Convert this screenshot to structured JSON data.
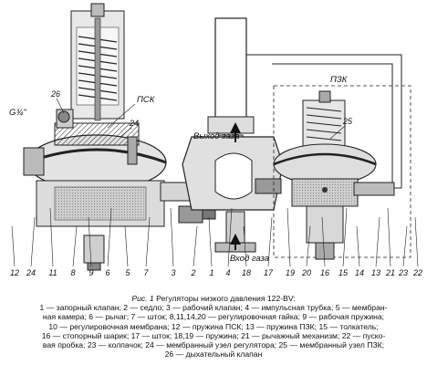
{
  "diagram": {
    "labels": {
      "g34": "G¾\"",
      "psk": "ПСК",
      "pzk": "ПЗК",
      "out": "Выход газа",
      "in": "Вход газа"
    },
    "callouts_top": [
      "26",
      "24",
      "25"
    ],
    "callouts_bottom": [
      "12",
      "24",
      "11",
      "8",
      "9",
      "6",
      "5",
      "7",
      "3",
      "2",
      "1",
      "4",
      "18",
      "17",
      "19",
      "20",
      "16",
      "15",
      "14",
      "13",
      "21",
      "23",
      "22"
    ]
  },
  "caption": {
    "fig": "Рис. 1",
    "title": "Регуляторы низкого давления 122-BV:",
    "lines": [
      "1 — запорный клапан; 2 — седло; 3 — рабочий клапан; 4 — импульсная трубка; 5 — мембран-",
      "ная камера; 6 — рычаг; 7 — шток; 8,11,14,20 — регулировочная гайка; 9 — рабочая пружина;",
      "10 — регулировочная мембрана; 12 — пружина ПСК; 13 — пружина ПЗК; 15 — толкатель;",
      "16 — стопорный шарик; 17 — шток; 18,19 — пружина; 21 — рычажный механизм; 22 — пуско-",
      "вая пробка; 23 — колпачок; 24 — мембранный узел регулятора; 25 — мембранный узел ПЗК;",
      "26 — дыхательный клапан"
    ]
  }
}
